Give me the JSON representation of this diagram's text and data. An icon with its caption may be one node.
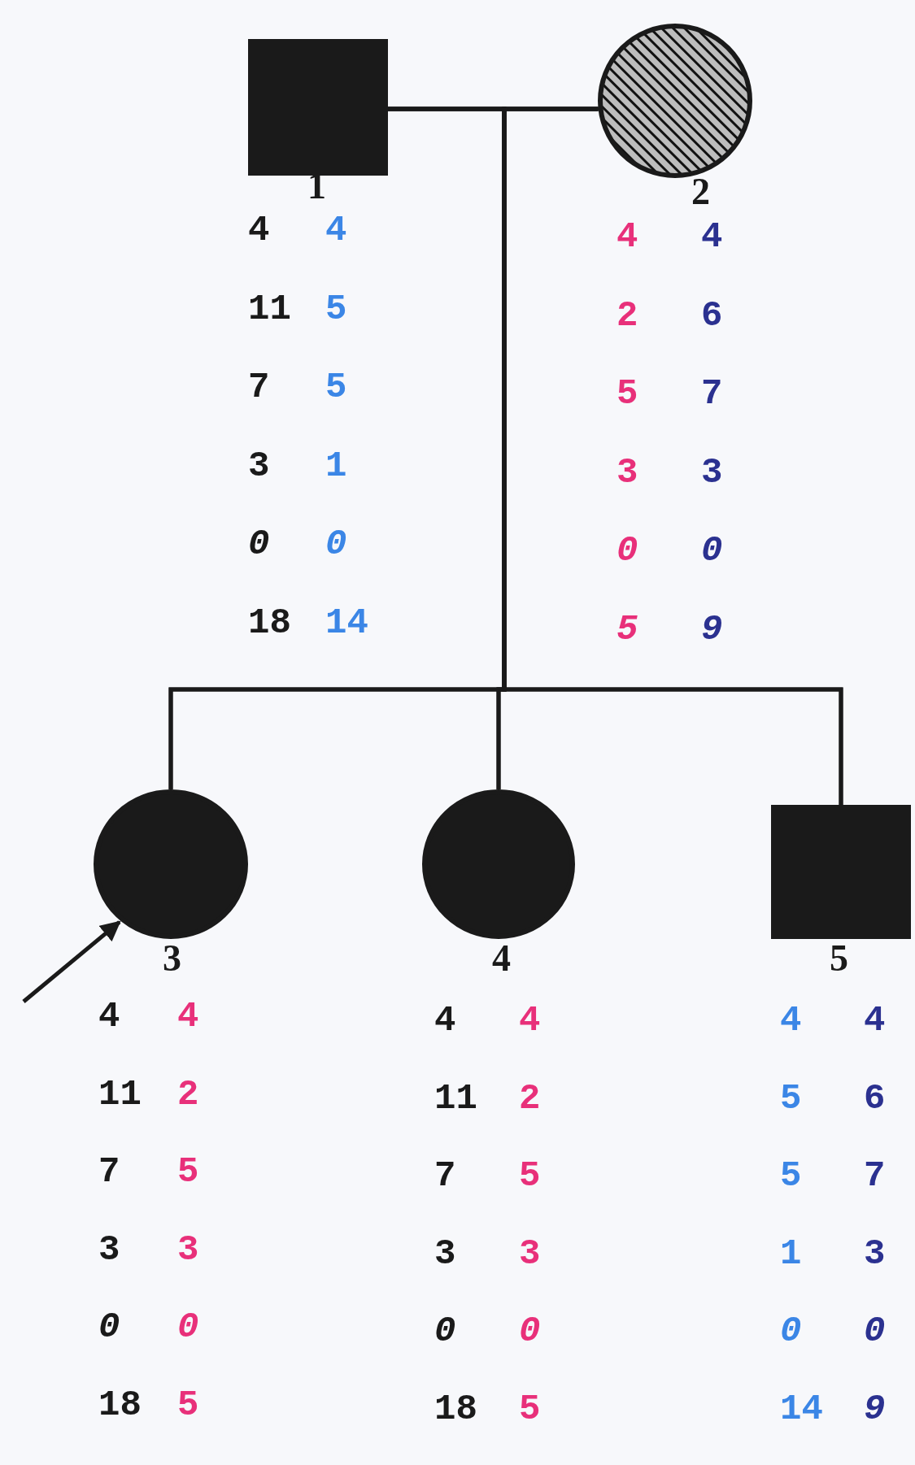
{
  "diagram": {
    "nodes": [
      {
        "text": [],
        "shape": "box",
        "beside": [
          "1",
          "4",
          "4",
          "11",
          "5",
          "7",
          "5",
          "3",
          "1",
          "0",
          "0",
          "18",
          "14"
        ]
      },
      {
        "text": [],
        "shape": "circle",
        "beside": [
          "2",
          "4",
          "4",
          "2",
          "6",
          "5",
          "7",
          "3",
          "3",
          "0",
          "0",
          "5",
          "9"
        ]
      },
      {
        "text": [],
        "shape": "circle",
        "beside": [
          "3",
          "4",
          "4",
          "11",
          "2",
          "7",
          "5",
          "3",
          "3",
          "0",
          "0",
          "18",
          "5"
        ]
      },
      {
        "text": [],
        "shape": "circle",
        "beside": [
          "4",
          "4",
          "4",
          "11",
          "2",
          "7",
          "5",
          "3",
          "3",
          "0",
          "0",
          "18",
          "5"
        ]
      },
      {
        "text": [],
        "shape": "box",
        "beside": [
          "5",
          "4",
          "4",
          "5",
          "6",
          "5",
          "7",
          "1",
          "3",
          "0",
          "0",
          "14",
          "9"
        ]
      }
    ],
    "edges": [
      {
        "from": 0,
        "to": 1,
        "arrow": "none"
      },
      {
        "from": 0,
        "to": 2,
        "arrow": "none"
      },
      {
        "from": 0,
        "to": 3,
        "arrow": "none"
      },
      {
        "from": 0,
        "to": 4,
        "arrow": "none"
      },
      {
        "from": 1,
        "to": 2,
        "arrow": "none"
      },
      {
        "from": 1,
        "to": 3,
        "arrow": "none"
      },
      {
        "from": 1,
        "to": 4,
        "arrow": "none"
      },
      {
        "from": null,
        "to": 2,
        "arrow": "to"
      }
    ]
  }
}
